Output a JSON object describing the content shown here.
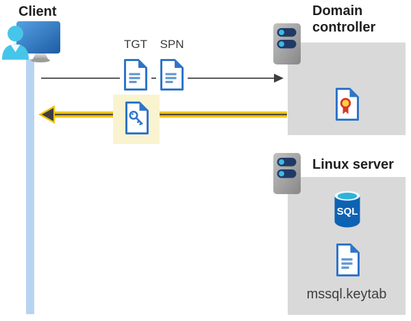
{
  "client": {
    "label": "Client",
    "icon": "client-user-monitor-icon",
    "lifeline_color": "#B7D3F1"
  },
  "tickets": {
    "tgt": "TGT",
    "spn": "SPN",
    "tgt_icon": "document-icon",
    "spn_icon": "document-icon",
    "service_ticket_icon": "key-document-icon",
    "highlight_color": "#FAF3CF"
  },
  "arrows": {
    "request": {
      "direction": "right",
      "color": "#58595B"
    },
    "response": {
      "direction": "left",
      "color": "#F3C300"
    }
  },
  "domain_controller": {
    "label": "Domain controller",
    "server_icon": "server-icon",
    "certificate_icon": "certificate-document-icon",
    "box_color": "#D9D9D9"
  },
  "linux_server": {
    "label": "Linux server",
    "server_icon": "server-icon",
    "sql_icon": "sql-database-icon",
    "sql_label": "SQL",
    "keytab_icon": "document-icon",
    "keytab_label": "mssql.keytab",
    "box_color": "#D9D9D9"
  },
  "colors": {
    "doc_blue": "#2E75C8",
    "doc_line_blue": "#6297D1",
    "sql_body_blue": "#0D62B2",
    "sql_top_cyan": "#2FB1DA",
    "server_pill_navy": "#203A66",
    "server_dot_cyan": "#3FB9E4",
    "cert_seal_yellow": "#FFD03B",
    "cert_seal_red": "#D4372E",
    "monitor_blue": "#2F6FB5",
    "person_cyan": "#47C5E9",
    "text_dark": "#1F1F1F"
  }
}
